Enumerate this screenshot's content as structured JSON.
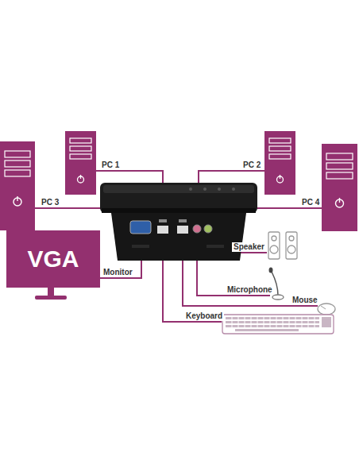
{
  "diagram": {
    "nodes": [
      {
        "text": [
          "VGA"
        ]
      }
    ],
    "labels": [
      "PC 1",
      "PC 2",
      "PC 3",
      "PC 4",
      "Monitor",
      "Speaker",
      "Microphone",
      "Mouse",
      "Keyboard"
    ]
  }
}
